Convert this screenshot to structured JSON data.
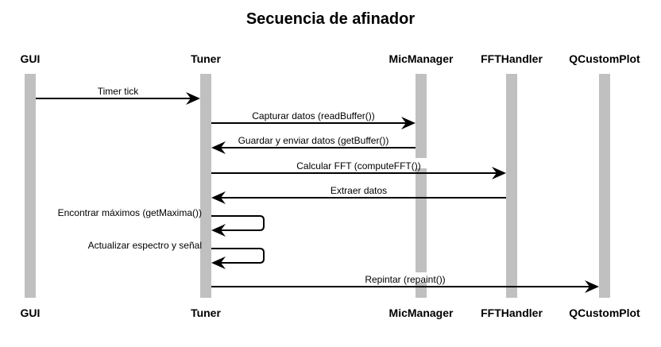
{
  "title": "Secuencia de afinador",
  "participants": [
    {
      "id": "gui",
      "label": "GUI"
    },
    {
      "id": "tuner",
      "label": "Tuner"
    },
    {
      "id": "mic",
      "label": "MicManager"
    },
    {
      "id": "fft",
      "label": "FFTHandler"
    },
    {
      "id": "plot",
      "label": "QCustomPlot"
    }
  ],
  "messages": [
    {
      "from": "gui",
      "to": "tuner",
      "label": "Timer tick"
    },
    {
      "from": "tuner",
      "to": "mic",
      "label": "Capturar datos (readBuffer())"
    },
    {
      "from": "mic",
      "to": "tuner",
      "label": "Guardar y enviar datos (getBuffer())"
    },
    {
      "from": "tuner",
      "to": "fft",
      "label": "Calcular FFT (computeFFT())"
    },
    {
      "from": "fft",
      "to": "tuner",
      "label": "Extraer datos"
    },
    {
      "from": "tuner",
      "to": "tuner",
      "label": "Encontrar máximos (getMaxima())"
    },
    {
      "from": "tuner",
      "to": "tuner",
      "label": "Actualizar espectro y señal"
    },
    {
      "from": "tuner",
      "to": "plot",
      "label": "Repintar (repaint())"
    }
  ]
}
